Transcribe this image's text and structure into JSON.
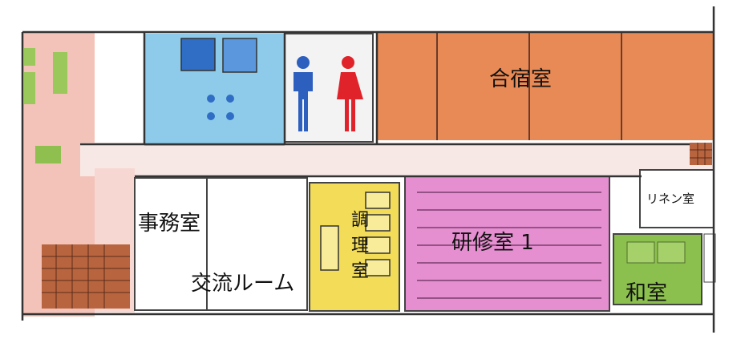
{
  "rooms": {
    "gasshuku": "合宿室",
    "jimu": "事務室",
    "koryu": "交流ルーム",
    "chori": "調理室",
    "kenshu": "研修室 1",
    "linen": "リネン室",
    "washitsu": "和室"
  },
  "colors": {
    "corridor": "#f2b9b0",
    "bath": "#7fc0e6",
    "orange": "#e87b45",
    "yellow": "#f2dc58",
    "pink": "#e38ed0",
    "green": "#8cc04e",
    "brick": "#b25a3a"
  }
}
